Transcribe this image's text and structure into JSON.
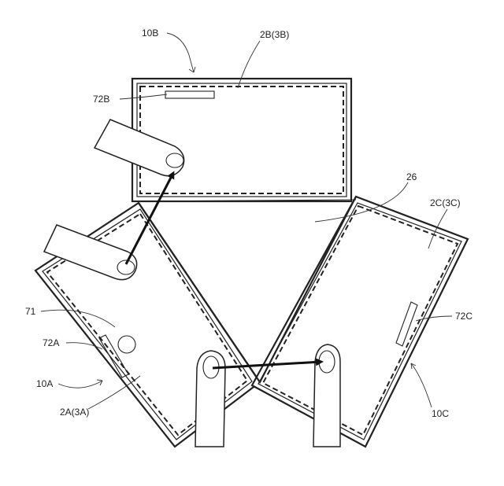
{
  "figure": {
    "labels": {
      "device_b": "10B",
      "screen_b": "2B(3B)",
      "sensor_b": "72B",
      "seam": "26",
      "screen_c": "2C(3C)",
      "ref_71": "71",
      "sensor_a": "72A",
      "device_a": "10A",
      "screen_a": "2A(3A)",
      "sensor_c": "72C",
      "device_c": "10C"
    }
  }
}
